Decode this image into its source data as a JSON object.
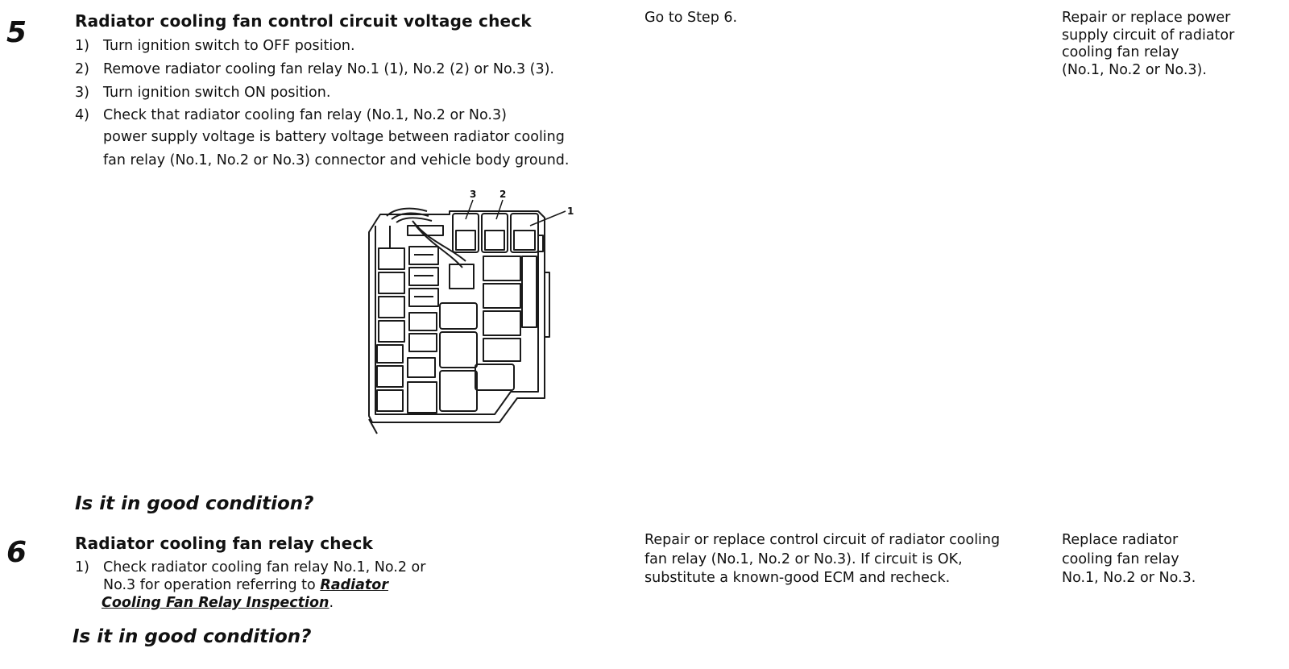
{
  "step5": {
    "number": "5",
    "heading": "Radiator cooling fan control circuit voltage check",
    "items": [
      {
        "num": "1)",
        "lines": [
          "Turn ignition switch to OFF position."
        ]
      },
      {
        "num": "2)",
        "lines": [
          "Remove radiator cooling fan relay No.1 (1), No.2 (2) or No.3 (3)."
        ]
      },
      {
        "num": "3)",
        "lines": [
          "Turn ignition switch ON position."
        ]
      },
      {
        "num": "4)",
        "lines": [
          "Check that radiator cooling fan relay (No.1, No.2 or No.3)",
          "power supply voltage is battery  voltage between radiator cooling",
          "fan relay (No.1, No.2 or No.3) connector and vehicle body ground."
        ]
      }
    ],
    "figure": {
      "callouts": [
        "3",
        "2",
        "1"
      ]
    },
    "question": "Is it in good condition?",
    "yes": "Go to Step 6.",
    "no_lines": [
      "Repair or replace power",
      "supply circuit of radiator",
      "cooling fan relay",
      "(No.1, No.2 or No.3)."
    ]
  },
  "step6": {
    "number": "6",
    "heading": "Radiator cooling fan relay check",
    "item_num": "1)",
    "item_line1": "Check radiator cooling fan relay No.1, No.2 or",
    "item_line2_prefix": "No.3 for operation referring to ",
    "link_line1": "Radiator",
    "link_line2": "Cooling Fan Relay Inspection",
    "link_suffix": ".",
    "question": "Is it in good condition?",
    "yes_lines": [
      "Repair or replace control circuit of radiator cooling",
      "fan relay (No.1, No.2 or No.3). If circuit is OK,",
      "substitute a known-good ECM and recheck."
    ],
    "no_lines": [
      "Replace radiator",
      "cooling fan relay",
      "No.1, No.2 or No.3."
    ]
  }
}
